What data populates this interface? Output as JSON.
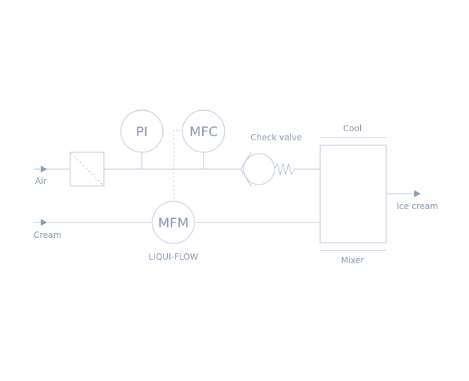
{
  "diagram": {
    "title": "Ice cream air injection process",
    "labels": {
      "air": "Air",
      "cream": "Cream",
      "pi": "PI",
      "mfc": "MFC",
      "mfm": "MFM",
      "liquiflow": "LIQUI-FLOW",
      "check_valve": "Check valve",
      "cool": "Cool",
      "mixer": "Mixer",
      "ice_cream": "Ice cream"
    },
    "colors": {
      "line": "#c5d0e0",
      "text": "#8495b2",
      "arrow": "#8a9bb8"
    }
  }
}
